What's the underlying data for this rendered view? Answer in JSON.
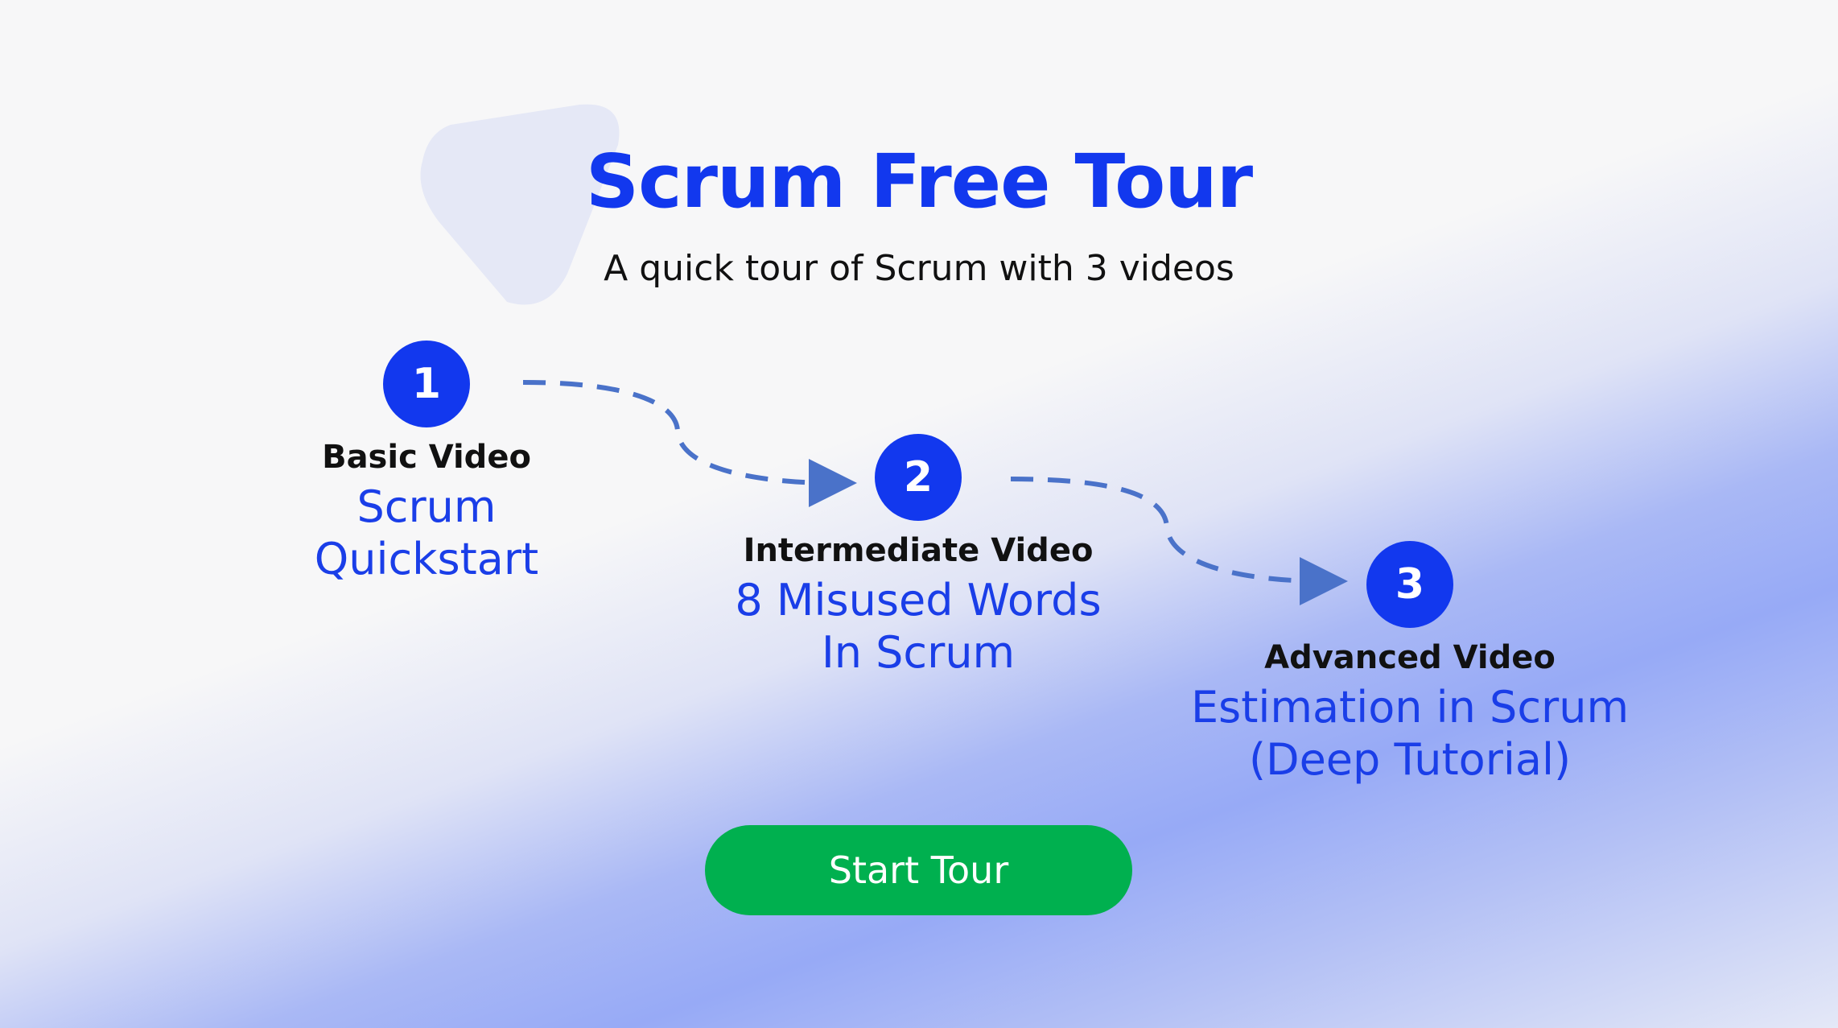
{
  "header": {
    "title": "Scrum Free Tour",
    "subtitle": "A quick tour of Scrum with 3 videos"
  },
  "steps": [
    {
      "number": "1",
      "level": "Basic Video",
      "title_lines": [
        "Scrum",
        "Quickstart"
      ]
    },
    {
      "number": "2",
      "level": "Intermediate Video",
      "title_lines": [
        "8 Misused Words",
        "In Scrum"
      ]
    },
    {
      "number": "3",
      "level": "Advanced Video",
      "title_lines": [
        "Estimation in Scrum",
        "(Deep Tutorial)"
      ]
    }
  ],
  "cta": {
    "label": "Start Tour"
  },
  "colors": {
    "brand_blue": "#1238ee",
    "cta_green": "#00b04f",
    "path_blue": "#4a72c9",
    "deco_lavender": "#e5e8f6"
  },
  "icons": {
    "decoration": "play-triangle-icon",
    "connector": "dashed-arrow-icon"
  }
}
